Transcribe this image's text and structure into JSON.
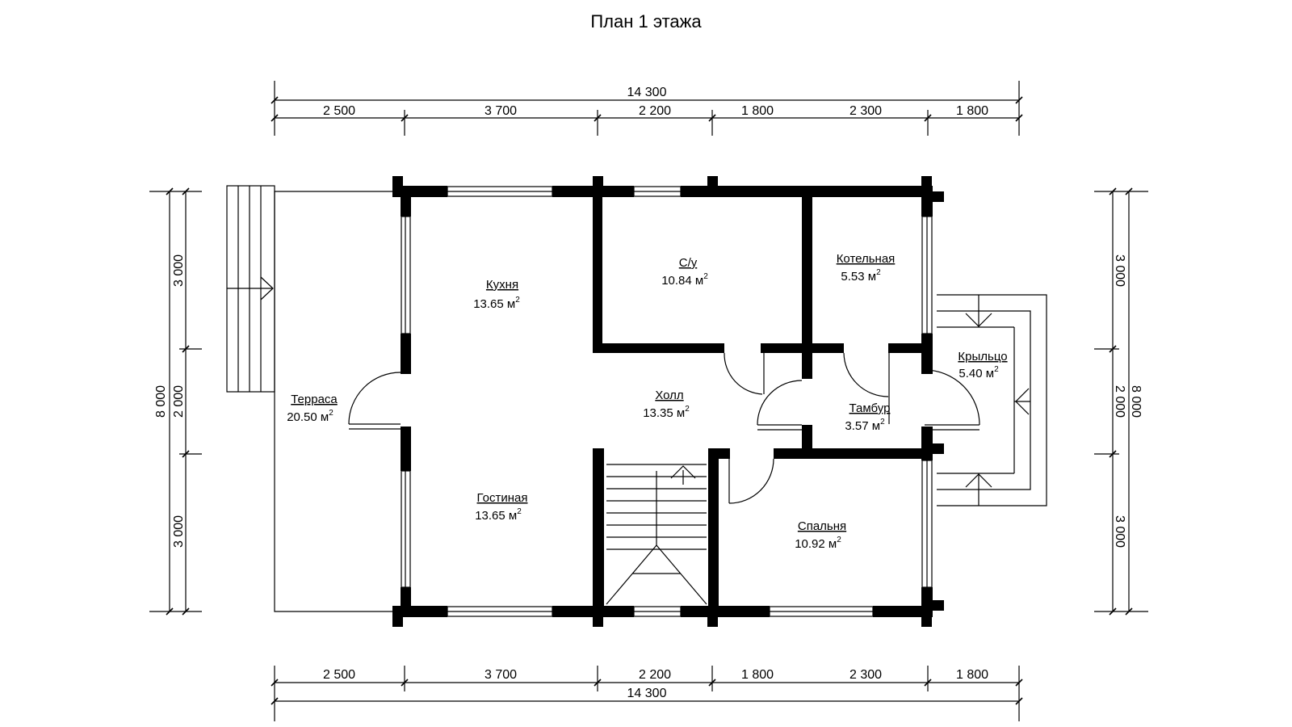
{
  "title": "План 1 этажа",
  "dimensions": {
    "top_total": "14 300",
    "top_segments": [
      "2 500",
      "3 700",
      "2 200",
      "1 800",
      "2 300",
      "1 800"
    ],
    "bottom_total": "14 300",
    "bottom_segments": [
      "2 500",
      "3 700",
      "2 200",
      "1 800",
      "2 300",
      "1 800"
    ],
    "left_total": "8 000",
    "left_segments": [
      "3 000",
      "2 000",
      "3 000"
    ],
    "right_total": "8 000",
    "right_segments": [
      "3 000",
      "2 000",
      "3 000"
    ]
  },
  "rooms": [
    {
      "name": "Кухня",
      "area": "13.65 м",
      "sup": "2"
    },
    {
      "name": "С/у",
      "area": "10.84 м",
      "sup": "2"
    },
    {
      "name": "Котельная",
      "area": "5.53 м",
      "sup": "2"
    },
    {
      "name": "Крыльцо",
      "area": "5.40 м",
      "sup": "2"
    },
    {
      "name": "Терраса",
      "area": "20.50 м",
      "sup": "2"
    },
    {
      "name": "Холл",
      "area": "13.35 м",
      "sup": "2"
    },
    {
      "name": "Тамбур",
      "area": "3.57 м",
      "sup": "2"
    },
    {
      "name": "Гостиная",
      "area": "13.65 м",
      "sup": "2"
    },
    {
      "name": "Спальня",
      "area": "10.92 м",
      "sup": "2"
    }
  ]
}
